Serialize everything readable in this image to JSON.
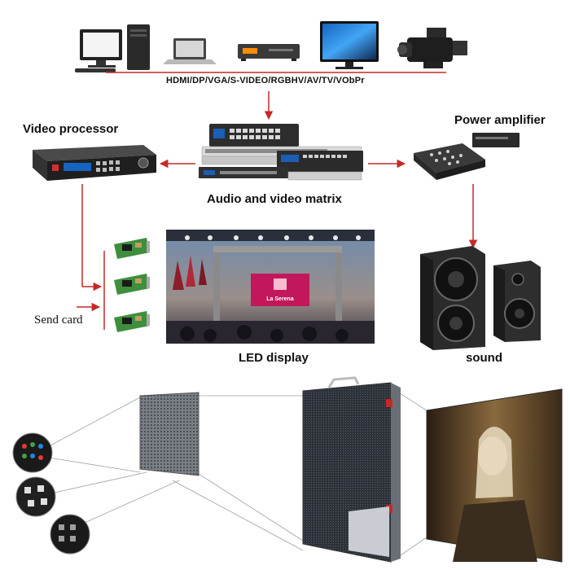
{
  "labels": {
    "signal_formats": "HDMI/DP/VGA/S-VIDEO/RGBHV/AV/TV/VObPr",
    "video_processor": "Video processor",
    "power_amplifier": "Power amplifier",
    "audio_video_matrix": "Audio and video matrix",
    "send_card": "Send card",
    "led_display": "LED display",
    "sound": "sound"
  },
  "screen_text": {
    "brand": "La Serena"
  },
  "colors": {
    "arrow": "#c62828",
    "text": "#111111",
    "device_dark": "#2b2b2b",
    "pcb_green": "#3e8e3e"
  },
  "icons": [
    "desktop-computer-icon",
    "laptop-icon",
    "set-top-box-icon",
    "tv-icon",
    "video-camera-icon",
    "video-processor-icon",
    "matrix-switcher-icon",
    "audio-mixer-icon",
    "send-card-icon",
    "speaker-icon"
  ]
}
